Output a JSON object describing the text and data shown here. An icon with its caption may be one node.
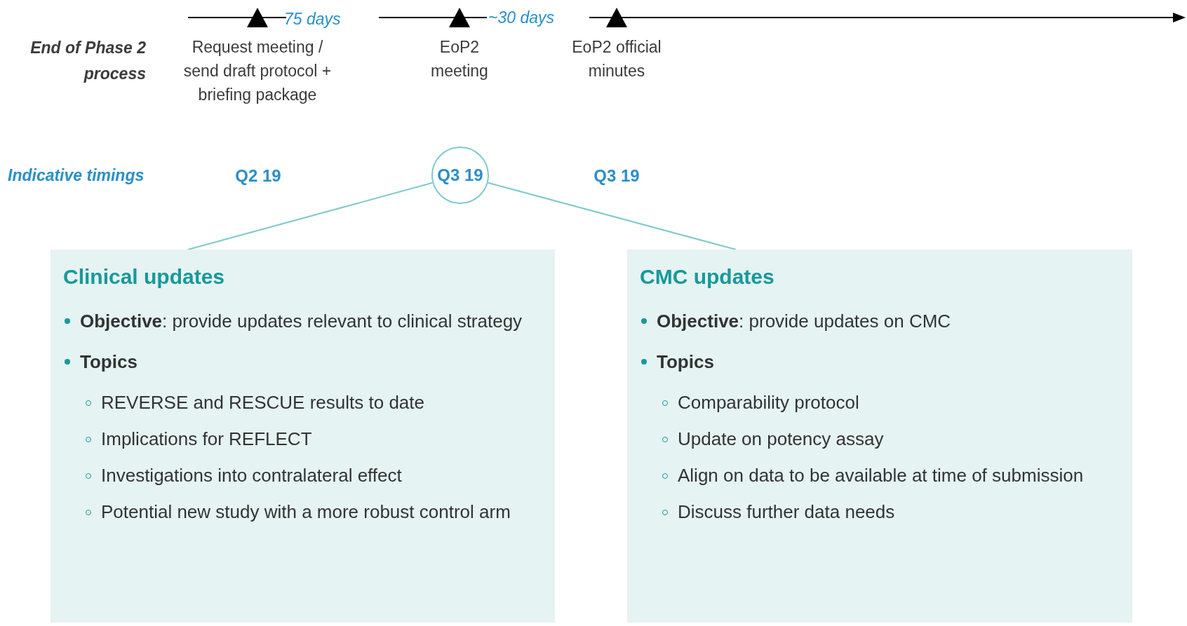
{
  "diagram": {
    "nodes": [
      {
        "text": [
          "Q3 19"
        ]
      },
      {
        "text": [
          "Clinical updates",
          "**Objective**: provide updates relevant to clinical strategy",
          "Topics",
          "REVERSE and RESCUE results to date",
          "Implications for REFLECT",
          "Investigations into contralateral effect",
          "Potential new study with a more robust control arm"
        ]
      },
      {
        "text": [
          "CMC updates",
          "**Objective**: provide updates on CMC",
          "Topics",
          "Comparability protocol",
          "Update on potency assay",
          "Align on data to be available at time of submission",
          "Discuss further data needs"
        ]
      }
    ],
    "edges": [
      {
        "from": 0,
        "to": 1,
        "arrow": "none"
      },
      {
        "from": 0,
        "to": 2,
        "arrow": "none"
      }
    ],
    "labels": [
      "75 days",
      "~30 days",
      "End of Phase 2 process",
      "Request meeting / send draft protocol + briefing package",
      "EoP2 meeting",
      "EoP2 official minutes",
      "Indicative timings",
      "Q2 19",
      "Q3 19"
    ]
  }
}
